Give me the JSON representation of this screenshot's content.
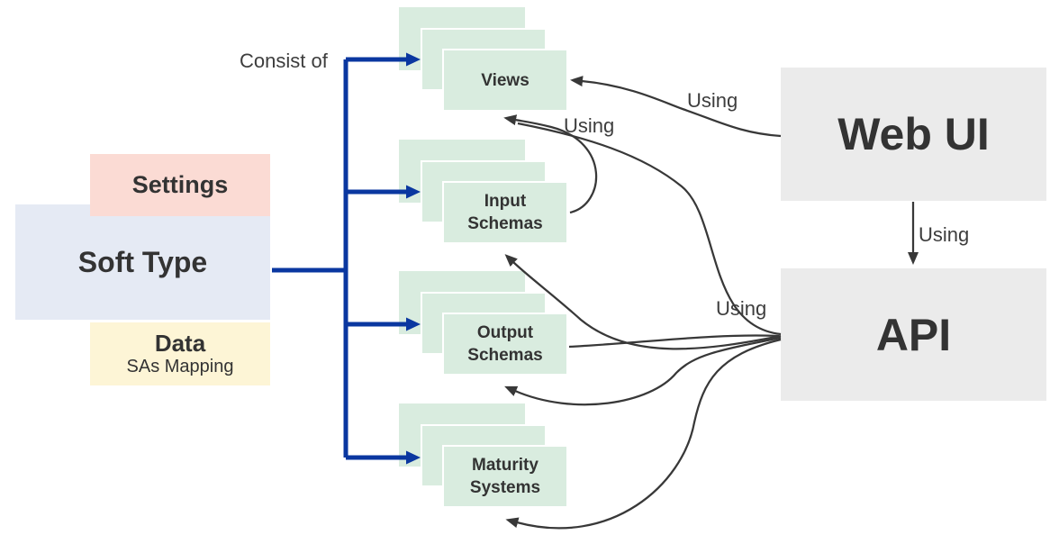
{
  "colors": {
    "settings_bg": "#fbdbd4",
    "soft_type_bg": "#e5eaf4",
    "data_bg": "#fdf5d6",
    "stack_bg": "#d9ecdf",
    "server_bg": "#ebebeb",
    "tree_blue": "#0a37a0",
    "arrow_dark": "#383838",
    "text_dark": "#333333",
    "label_gray": "#3d3d3d"
  },
  "left_group": {
    "settings": {
      "label": "Settings"
    },
    "soft_type": {
      "label": "Soft Type"
    },
    "data": {
      "title": "Data",
      "subtitle": "SAs Mapping"
    }
  },
  "stacks": [
    {
      "id": "views",
      "label": "Views"
    },
    {
      "id": "input-schemas",
      "label": "Input\nSchemas"
    },
    {
      "id": "output-schemas",
      "label": "Output\nSchemas"
    },
    {
      "id": "maturity-systems",
      "label": "Maturity\nSystems"
    }
  ],
  "right_group": {
    "web_ui": {
      "label": "Web UI"
    },
    "api": {
      "label": "API"
    }
  },
  "edge_labels": {
    "consist_of": "Consist of",
    "using": "Using"
  },
  "connections": [
    {
      "from": "Soft Type",
      "to": "Views",
      "label": "Consist of"
    },
    {
      "from": "Soft Type",
      "to": "Input Schemas",
      "label": "Consist of"
    },
    {
      "from": "Soft Type",
      "to": "Output Schemas",
      "label": "Consist of"
    },
    {
      "from": "Soft Type",
      "to": "Maturity Systems",
      "label": "Consist of"
    },
    {
      "from": "Web UI",
      "to": "Views",
      "label": "Using"
    },
    {
      "from": "Input Schemas",
      "to": "Views",
      "label": "Using"
    },
    {
      "from": "API",
      "to": "Views",
      "label": "Using"
    },
    {
      "from": "API",
      "to": "Input Schemas",
      "label": "Using"
    },
    {
      "from": "API",
      "to": "Output Schemas",
      "label": "Using"
    },
    {
      "from": "API",
      "to": "Maturity Systems",
      "label": "Using"
    },
    {
      "from": "Output Schemas",
      "to": "API",
      "label": "Using"
    },
    {
      "from": "Web UI",
      "to": "API",
      "label": "Using"
    }
  ]
}
